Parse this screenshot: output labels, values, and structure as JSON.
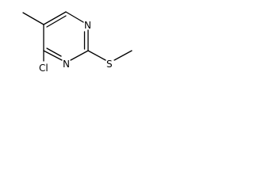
{
  "molecule": {
    "atoms": {
      "n1": "N",
      "n3": "N",
      "cl": "Cl",
      "s": "S"
    }
  }
}
